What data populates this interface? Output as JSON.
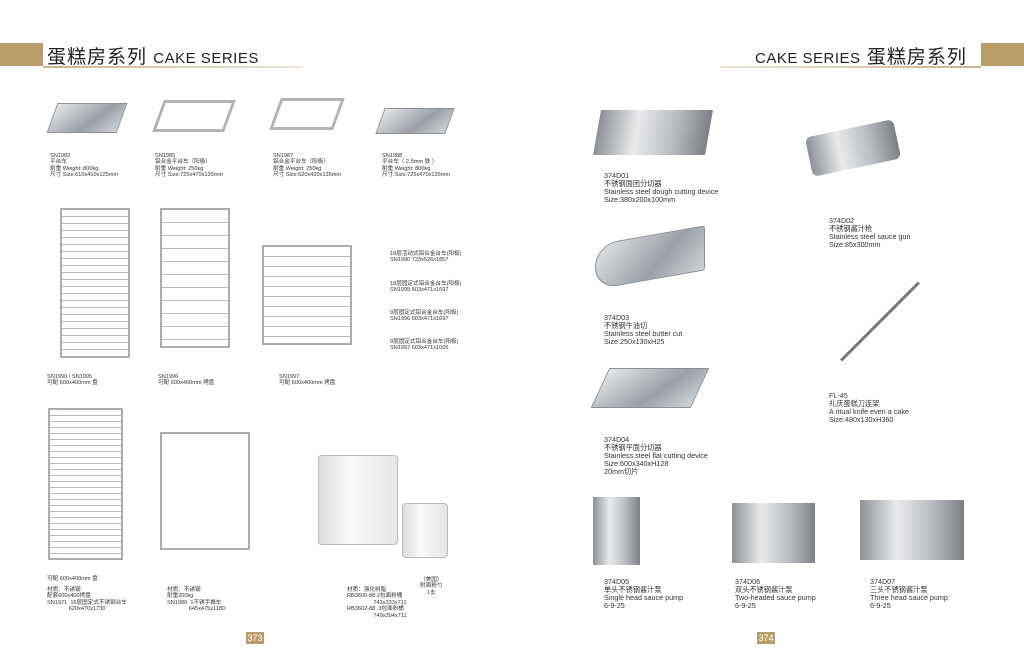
{
  "header_left": {
    "cn": "蛋糕房系列",
    "en": "CAKE SERIES"
  },
  "header_right": {
    "cn": "蛋糕房系列",
    "en": "CAKE SERIES"
  },
  "left": {
    "trolleys": [
      "SN1982\n平台车\n耐重 Weight: 800kg\n尺寸 Size:610x410x125mm",
      "SN1985\n铝合金平台车（阳极）\n耐重 Weight: 250kg\n尺寸 Size:725x470x135mm",
      "SN1987\n铝合金平台车（阳极）\n耐重 Weight: 250kg\n尺寸 Size:620x420x135mm",
      "SN1988\n平台车（ 2.5mm 铁 ）\n耐重 Weight: 800kg\n尺寸 Size:725x470x135mm"
    ],
    "rack_list": [
      "18层活动式铝合金台车(阳极)\nSN1990 723x526x1857",
      "18层固定式铝合金台车(阳极)\nSN1995 603x471x1697",
      "9层固定式铝合金台车(阳极)\nSN1996 603x471x1697",
      "9层固定式铝合金台车(阳极)\nSN1997 603x471x1005"
    ],
    "racks": [
      "SN1990 / SN1995\n可配 600x400mm 盘",
      "SN1996\n可配 600x400mm 烤盘",
      "SN1997\n可配 600x400mm 烤盘"
    ],
    "bottom": [
      "可配 600x400mm 盘",
      "材质：不锈钢\n配套600x400烤盘\nSN1971  16层固定式不锈钢台车\n              620x470x1730",
      "材质：不锈钢\n耐重200kg\nSN1980  1不锈手推车\n              645x475x1180",
      "材质：强化树脂\nRB3600-88 2包面粉桶\n                 743x333x711\nRB3602-88  3包面粉桶\n                 749x394x711",
      "（美国）\n附面粉勺\n1支"
    ],
    "page_number": "373"
  },
  "right": {
    "items": [
      "374D01\n不锈钢面团分切器\nStainless steel dough cutting device\nSize:380x200x100mm",
      "374D02\n不锈钢酱汁枪\nStainless steel sauce gun\nSize:85x300mm",
      "374D03\n不锈钢牛油切\nStainless steel butter cut\nSize:250x130xH25",
      "FL-45\n礼庆蛋糕刀连架\nA ritual knife even a cake\nSize:480x130xH360",
      "374D04\n不锈钢平面分切器\nStainless steel flat cutting device\nSize:600x340xH128\n20mm切片",
      "374D05\n单头不锈钢酱汁泵\nSingle head sauce pump\n6-9-25",
      "374D06\n双头不锈钢酱汁泵\nTwo-headed sauce pump\n6-9-25",
      "374D07\n三头不锈钢酱汁泵\nThree head sauce pump\n6-9-25"
    ],
    "page_number": "374"
  }
}
